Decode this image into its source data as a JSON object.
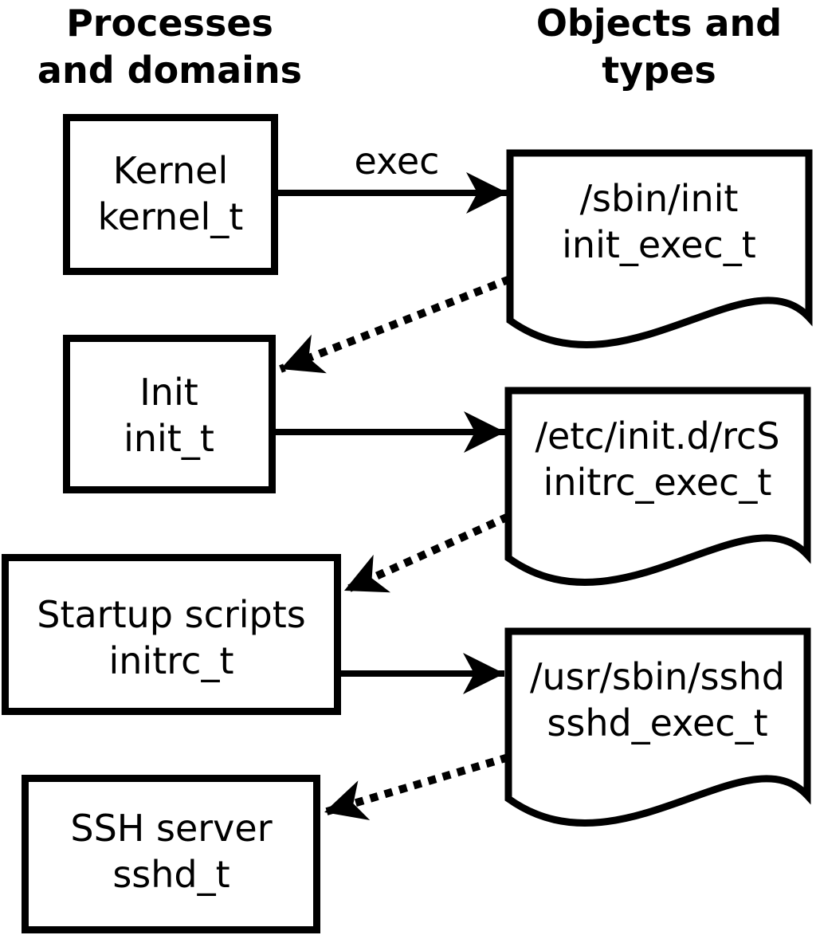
{
  "diagram": {
    "columns": {
      "left": {
        "line1": "Processes",
        "line2": "and domains"
      },
      "right": {
        "line1": "Objects and",
        "line2": "types"
      }
    },
    "exec_label": "exec",
    "processes": [
      {
        "name": "Kernel",
        "domain": "kernel_t"
      },
      {
        "name": "Init",
        "domain": "init_t"
      },
      {
        "name": "Startup scripts",
        "domain": "initrc_t"
      },
      {
        "name": "SSH server",
        "domain": "sshd_t"
      }
    ],
    "objects": [
      {
        "path": "/sbin/init",
        "type": "init_exec_t"
      },
      {
        "path": "/etc/init.d/rcS",
        "type": "initrc_exec_t"
      },
      {
        "path": "/usr/sbin/sshd",
        "type": "sshd_exec_t"
      }
    ],
    "colors": {
      "ink": "#000000",
      "paper": "#ffffff"
    }
  }
}
